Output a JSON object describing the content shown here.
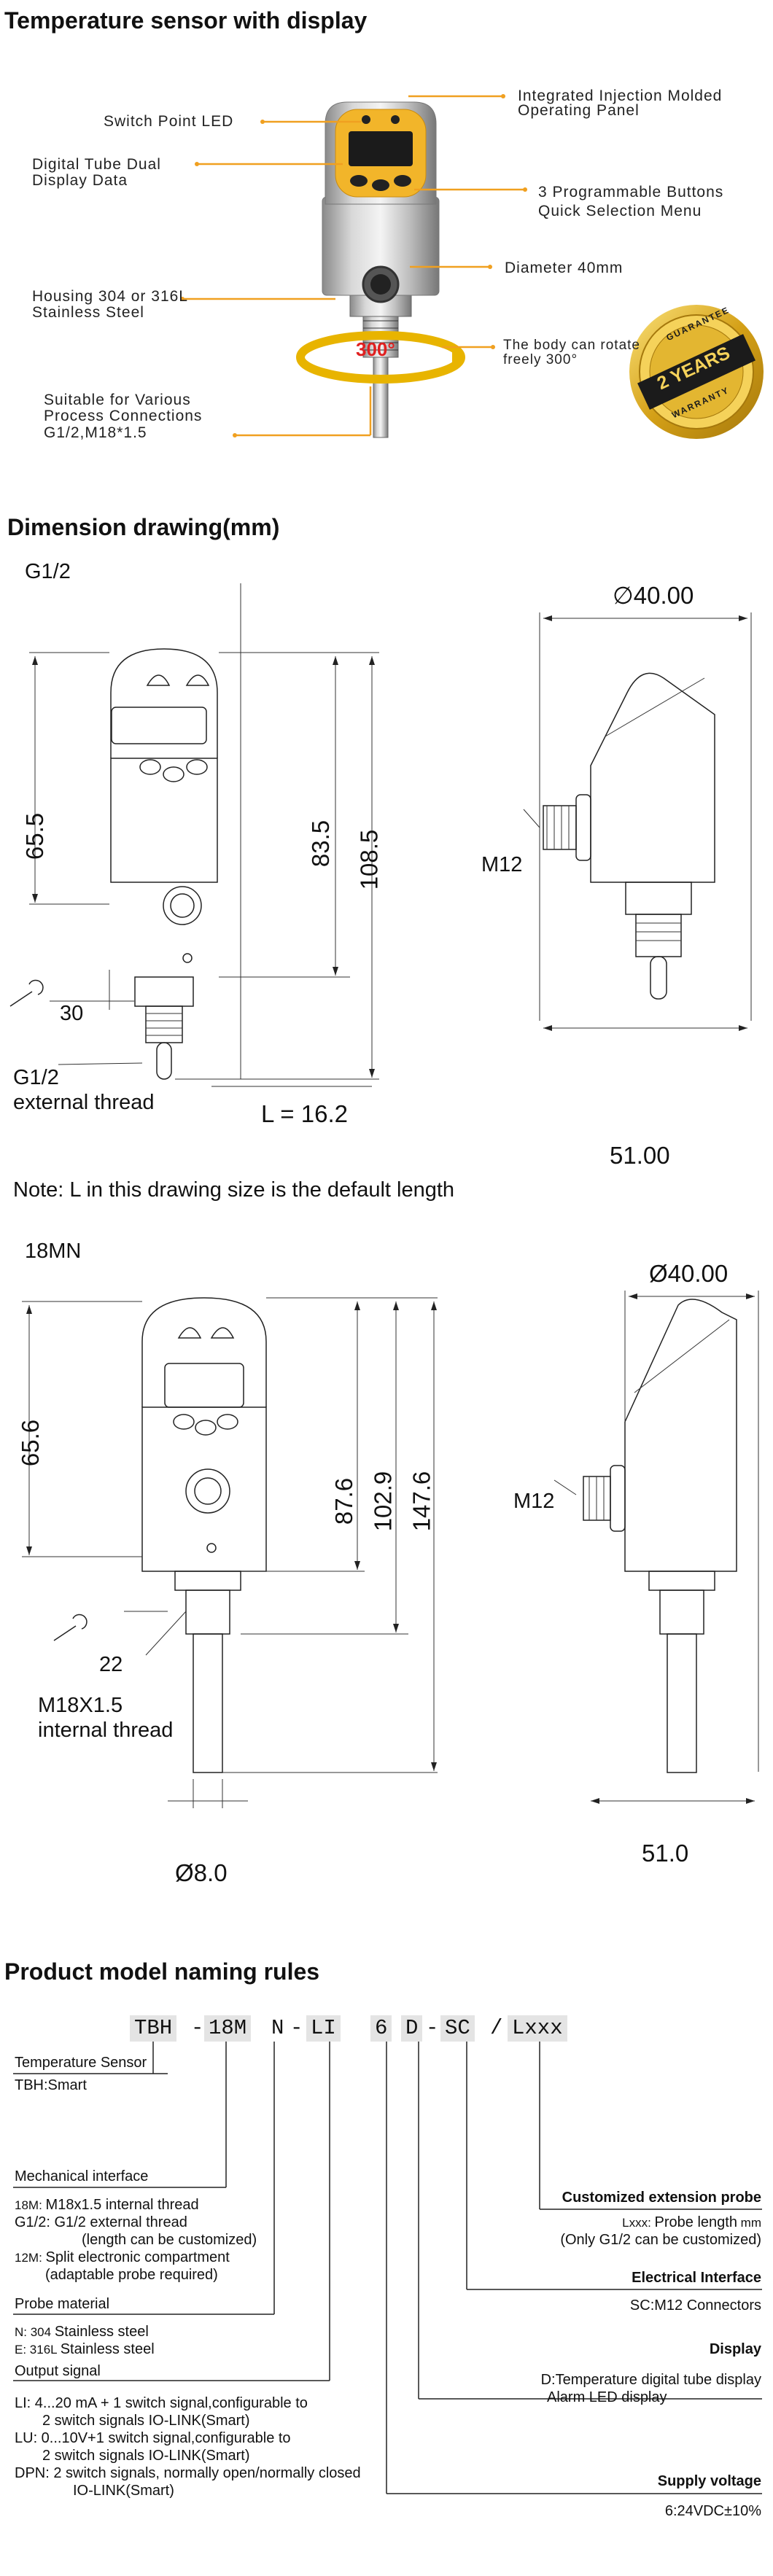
{
  "section1": {
    "title": "Temperature sensor with display",
    "callouts": {
      "switch_led": "Switch Point LED",
      "digital_tube_1": "Digital Tube Dual",
      "digital_tube_2": "Display Data",
      "housing_1": "Housing 304 or 316L",
      "housing_2": "Stainless Steel",
      "suitable_1": "Suitable for Various",
      "suitable_2": "Process Connections",
      "suitable_3": "G1/2,M18*1.5",
      "panel_1": "Integrated Injection Molded",
      "panel_2": "Operating Panel",
      "buttons_1": "3 Programmable Buttons",
      "buttons_2": "Quick Selection Menu",
      "diameter": "Diameter 40mm",
      "rotate_1": "The body can rotate",
      "rotate_2": "freely 300°"
    },
    "rotation_marker": "300°",
    "warranty_badge": {
      "top": "GUARANTEE",
      "main": "2 YEARS",
      "bottom": "WARRANTY"
    }
  },
  "section2": {
    "title": "Dimension drawing(mm)",
    "g12": {
      "label": "G1/2",
      "dim_65": "65.5",
      "dim_83": "83.5",
      "dim_108": "108.5",
      "diameter": "40.00",
      "diameter_symbol": "∅",
      "m12": "M12",
      "wrench": "30",
      "thread_1": "G1/2",
      "thread_2": "external thread",
      "length": "L = 16.2",
      "width": "51.00"
    },
    "note": "Note: L in this drawing size is the default length",
    "m18": {
      "label": "18MN",
      "dim_65": "65.6",
      "dim_87": "87.6",
      "dim_102": "102.9",
      "dim_147": "147.6",
      "diameter": "Ø40.00",
      "m12": "M12",
      "wrench": "22",
      "thread_1": "M18X1.5",
      "thread_2": "internal thread",
      "probe_dia": "Ø8.0",
      "width": "51.0"
    }
  },
  "section3": {
    "title": "Product model naming rules",
    "code_parts": [
      "TBH",
      "18M",
      "N",
      "LI",
      "6",
      "D",
      "SC",
      "Lxxx"
    ],
    "separators": [
      "-",
      "-",
      "-",
      "/"
    ],
    "left": {
      "sensor_head": "Temperature Sensor",
      "sensor_1": "TBH:Smart",
      "mech_head": "Mechanical interface",
      "mech_1a": "18M: ",
      "mech_1b": "M18x1.5 internal thread",
      "mech_2a": "G1/2: ",
      "mech_2b": "G1/2 external thread",
      "mech_3": "(length can be customized)",
      "mech_4a": "12M: ",
      "mech_4b": "Split electronic compartment",
      "mech_5": "(adaptable probe required)",
      "probe_head": "Probe material",
      "probe_1a": "N: 304 ",
      "probe_1b": "Stainless steel",
      "probe_2a": "E: 316L ",
      "probe_2b": "Stainless steel",
      "output_head": "Output signal",
      "out_1": "LI: 4...20 mA + 1 switch signal,configurable to",
      "out_2": "2 switch signals IO-LINK(Smart)",
      "out_3": "LU: 0...10V+1 switch signal,configurable to",
      "out_4": "2 switch signals IO-LINK(Smart)",
      "out_5": "DPN: 2 switch signals, normally open/normally closed",
      "out_6": "IO-LINK(Smart)"
    },
    "right": {
      "ext_head": "Customized extension probe",
      "ext_1a": "Lxxx: ",
      "ext_1b": "Probe length",
      "ext_1c": " mm",
      "ext_2": "(Only G1/2 can be customized)",
      "elec_head": "Electrical Interface",
      "elec_1": "SC:M12 Connectors",
      "disp_head": "Display",
      "disp_1": "D:Temperature digital tube display",
      "disp_2": "Alarm LED display",
      "supply_head": "Supply voltage",
      "supply_1": "6:24VDC±10%"
    }
  },
  "colors": {
    "accent_orange": "#f0a020",
    "panel_yellow": "#f2b52a",
    "gold": "#d4a017",
    "code_box": "#e4e4e4"
  }
}
